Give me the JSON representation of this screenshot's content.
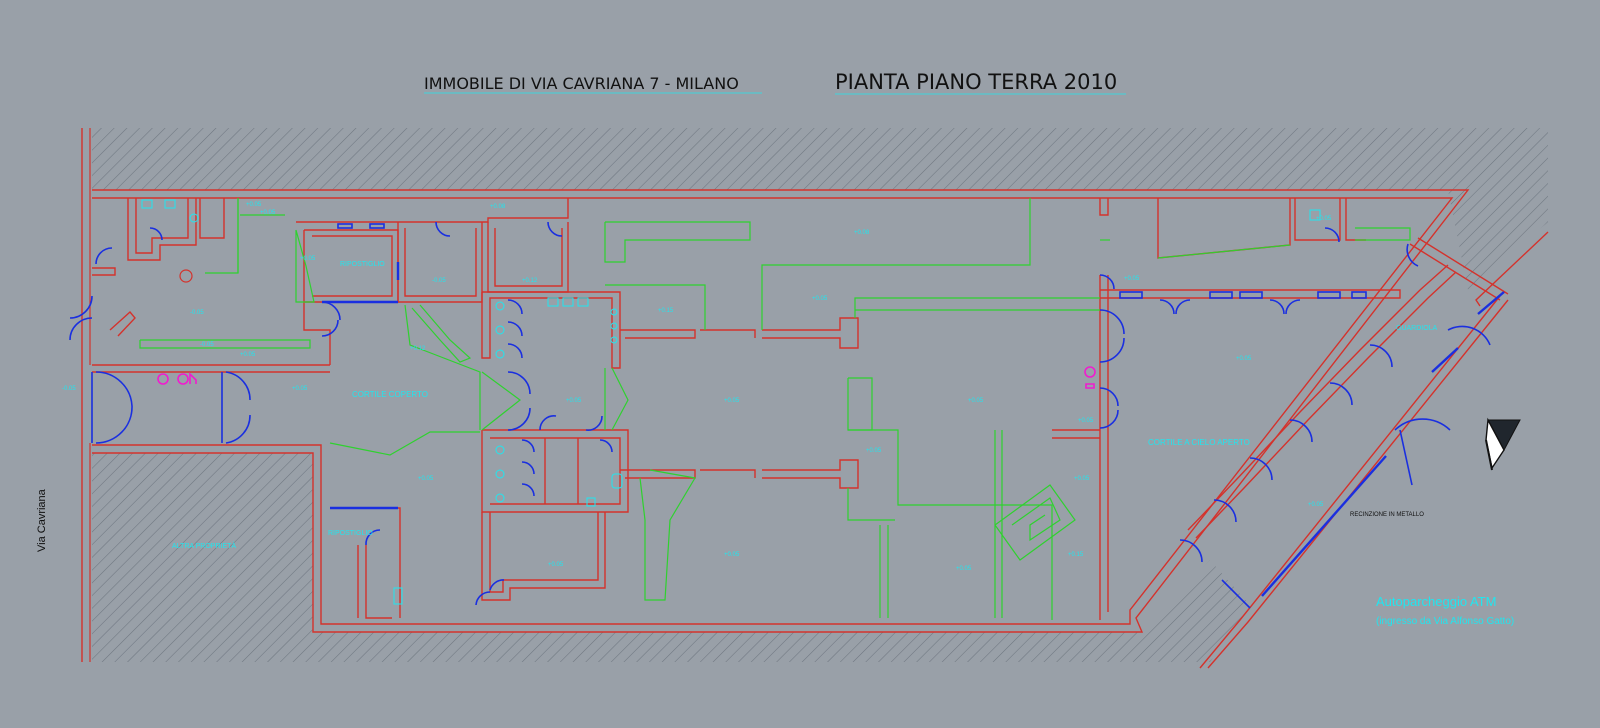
{
  "header": {
    "building": "IMMOBILE DI VIA CAVRIANA 7 - MILANO",
    "plan_title": "PIANTA PIANO TERRA 2010"
  },
  "street": "Via Cavriana",
  "parking": {
    "name": "Autoparcheggio ATM",
    "access": "(ingresso da Via Alfonso Gatto)"
  },
  "fence_label": "RECINZIONE IN METALLO",
  "zones": {
    "courtyard_covered": "CORTILE COPERTO",
    "courtyard_open": "CORTILE A CIELO APERTO",
    "other_property": "ALTRA PROPRIETÀ",
    "room_a": "RIPOSTIGLIO",
    "room_b": "RIPOSTIGLIO",
    "guard": "GUARDIOLA"
  },
  "levels": [
    "-0.05",
    "-0.05",
    "-0.05",
    "+0.05",
    "+0.05",
    "+0.05",
    "-0.05",
    "+0.12",
    "+0.12",
    "+0.05",
    "+0.15",
    "+0.05",
    "+0.08",
    "+0.05",
    "+0.05",
    "+0.05",
    "+0.05",
    "+0.05",
    "+0.05",
    "+0.05",
    "+0.05",
    "+0.15",
    "+0.05",
    "+0.05",
    "+0.05",
    "+0.05",
    "+0.05",
    "+0.08",
    "+0.05",
    "+0.05"
  ],
  "colors": {
    "background": "#99a0a8",
    "walls": "#d4322c",
    "fixtures": "#2fd12f",
    "doors": "#1a2fe0",
    "annotations": "#20e6ef",
    "hydrants": "#f01ccf"
  }
}
